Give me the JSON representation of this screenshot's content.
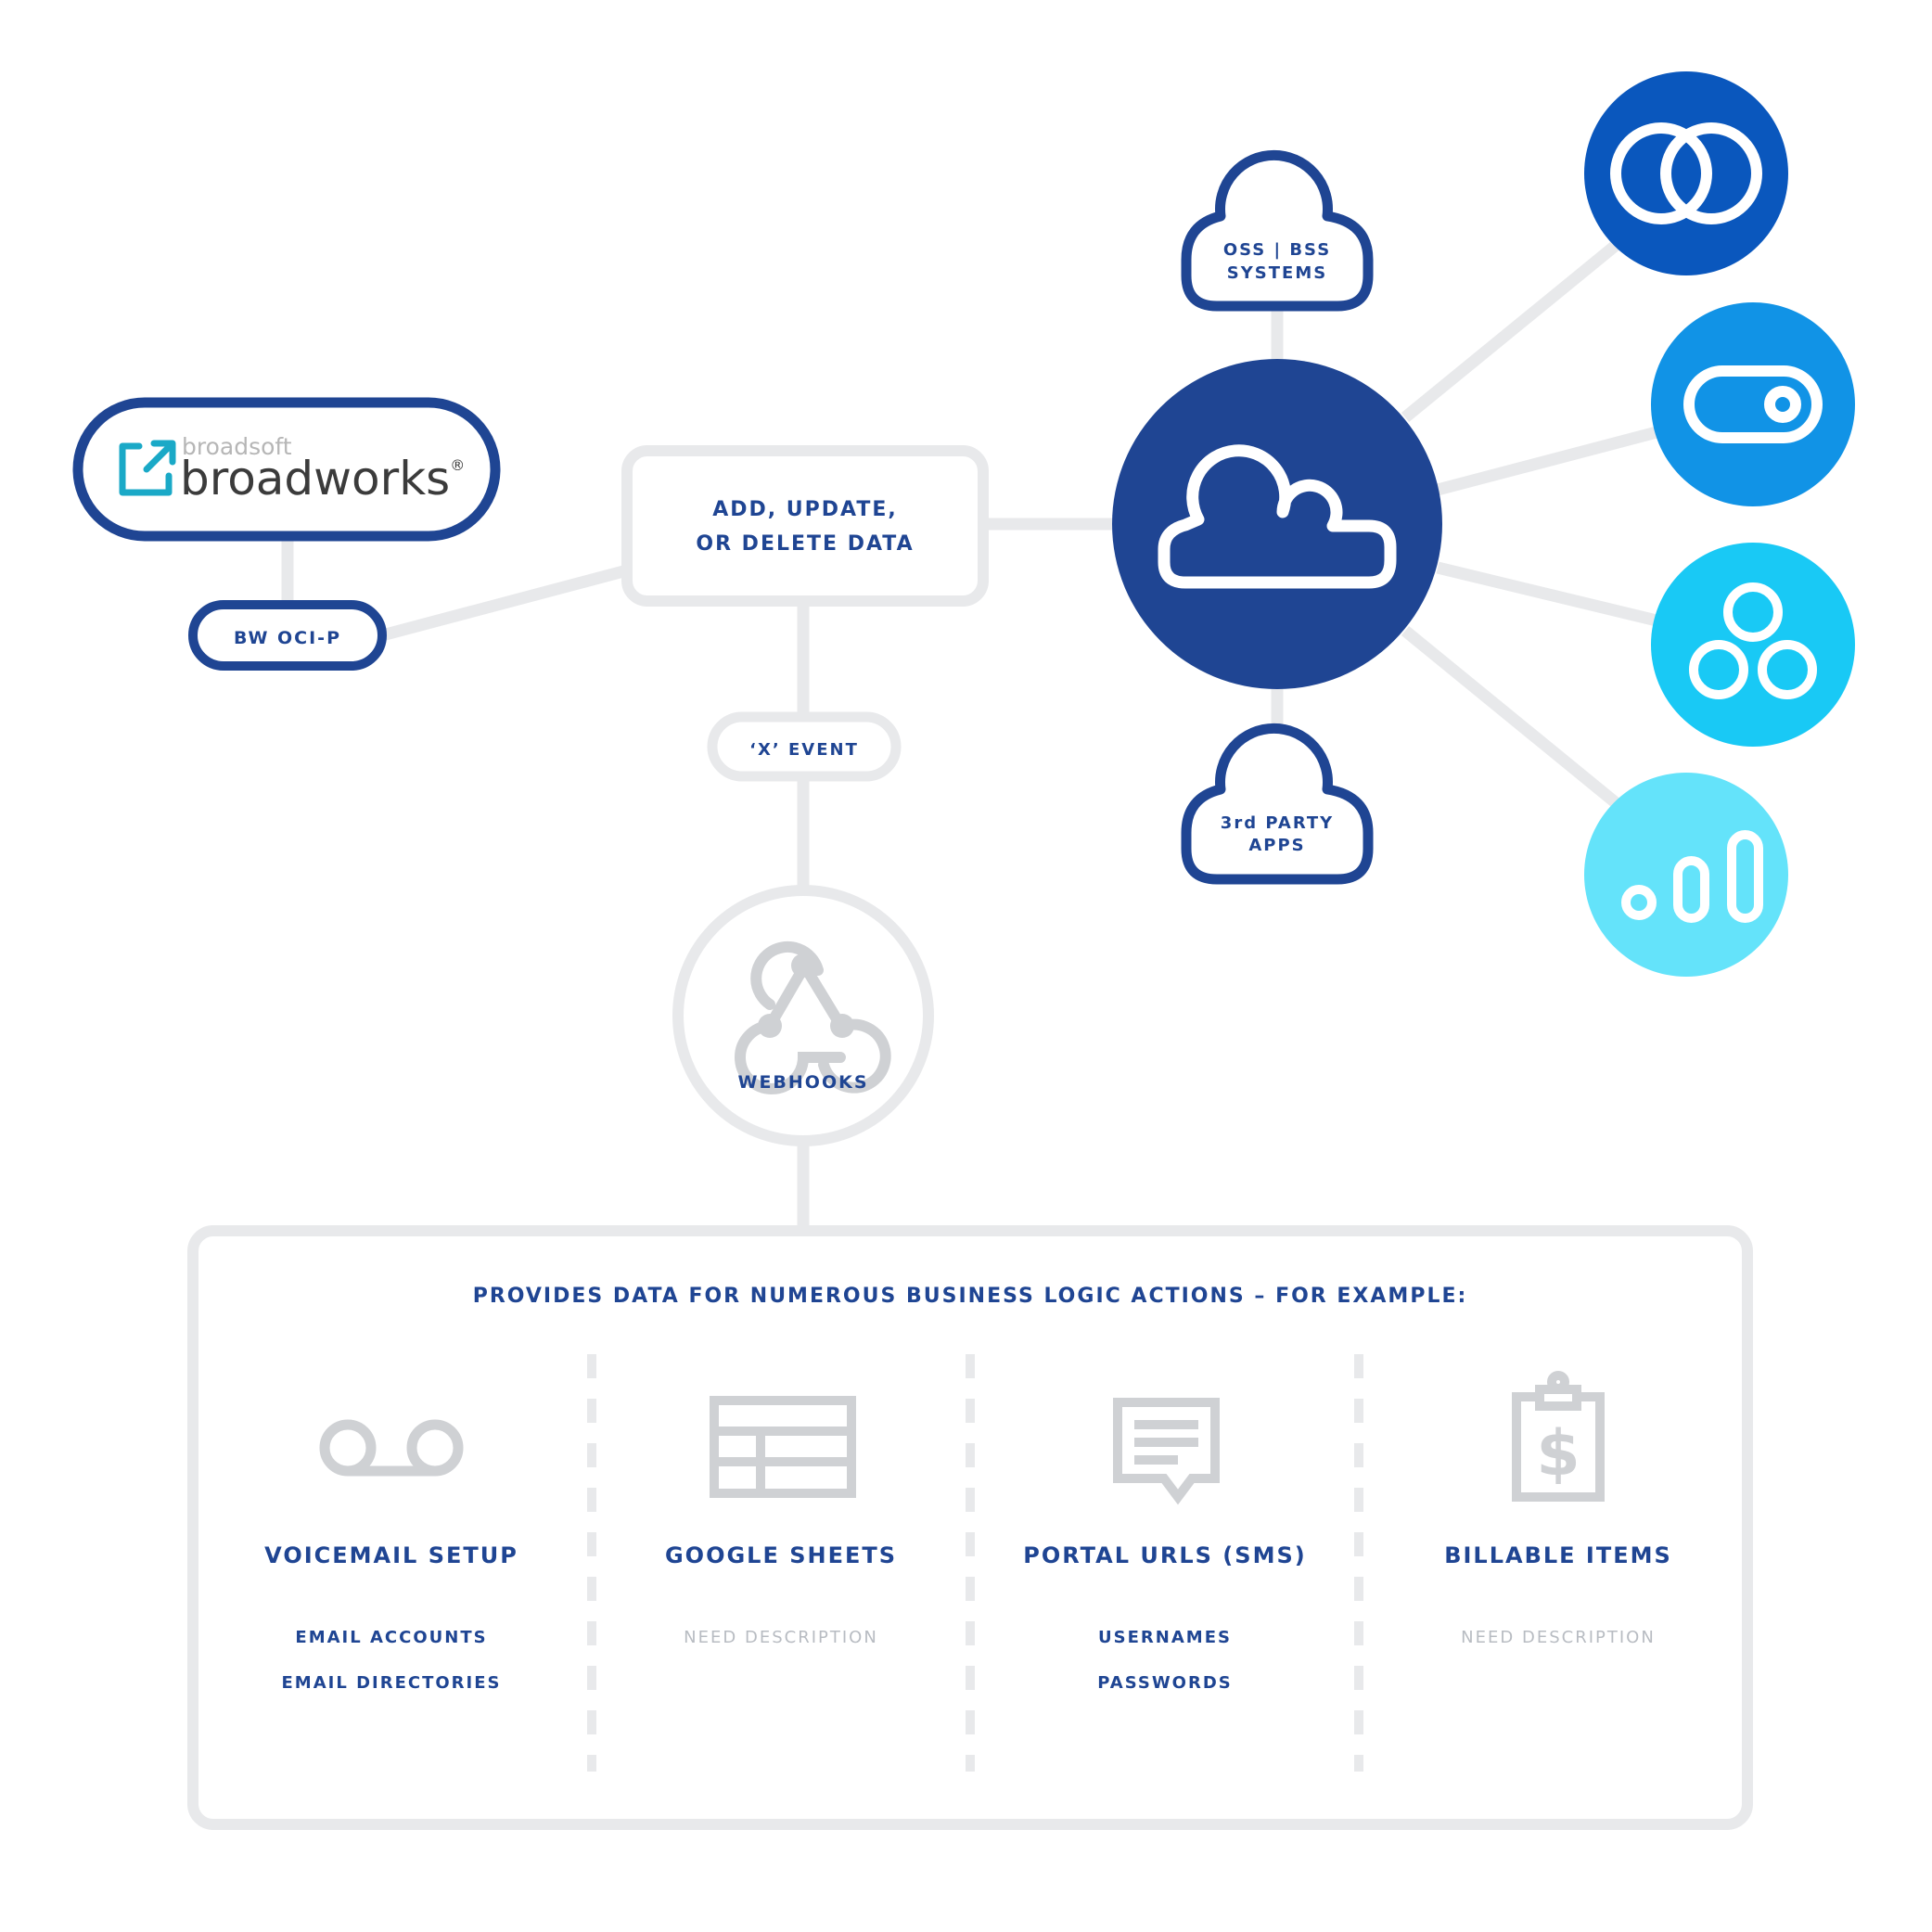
{
  "broadworks": {
    "brand_small": "broadsoft",
    "brand_large": "broadworks",
    "trademark": "®",
    "connector_label": "BW OCI-P"
  },
  "hub": {
    "label_line1": "ADD, UPDATE,",
    "label_line2": "OR DELETE DATA"
  },
  "event": {
    "label": "‘X’ EVENT"
  },
  "webhooks": {
    "label": "WEBHOOKS",
    "icon": "webhook-icon"
  },
  "cloud_hub": {
    "icon": "cloud-icon",
    "top_cloud": {
      "line1": "OSS | BSS",
      "line2": "SYSTEMS"
    },
    "bottom_cloud": {
      "line1": "3rd PARTY",
      "line2": "APPS"
    }
  },
  "integrations": [
    {
      "icon": "overlapping-circles-icon",
      "color": "#0a57bd"
    },
    {
      "icon": "toggle-icon",
      "color": "#1193e6"
    },
    {
      "icon": "three-circles-icon",
      "color": "#19c9f5"
    },
    {
      "icon": "bar-chart-icon",
      "color": "#64e3fa"
    }
  ],
  "actions_panel": {
    "heading": "PROVIDES DATA FOR NUMEROUS BUSINESS LOGIC ACTIONS – FOR EXAMPLE:",
    "columns": [
      {
        "icon": "voicemail-icon",
        "title": "VOICEMAIL SETUP",
        "items": [
          "EMAIL ACCOUNTS",
          "EMAIL DIRECTORIES"
        ],
        "placeholder": ""
      },
      {
        "icon": "spreadsheet-icon",
        "title": "GOOGLE SHEETS",
        "items": [],
        "placeholder": "NEED DESCRIPTION"
      },
      {
        "icon": "message-icon",
        "title": "PORTAL URLS (SMS)",
        "items": [
          "USERNAMES",
          "PASSWORDS"
        ],
        "placeholder": ""
      },
      {
        "icon": "invoice-clipboard-icon",
        "title": "BILLABLE ITEMS",
        "items": [],
        "placeholder": "NEED DESCRIPTION"
      }
    ]
  },
  "colors": {
    "navy": "#1f4593",
    "connector_gray": "#e8e9eb",
    "icon_gray": "#cfd1d4",
    "muted_text": "#b8bcc2",
    "broadworks_teal": "#1aa9c7",
    "broadworks_dark": "#3b3b3b"
  }
}
